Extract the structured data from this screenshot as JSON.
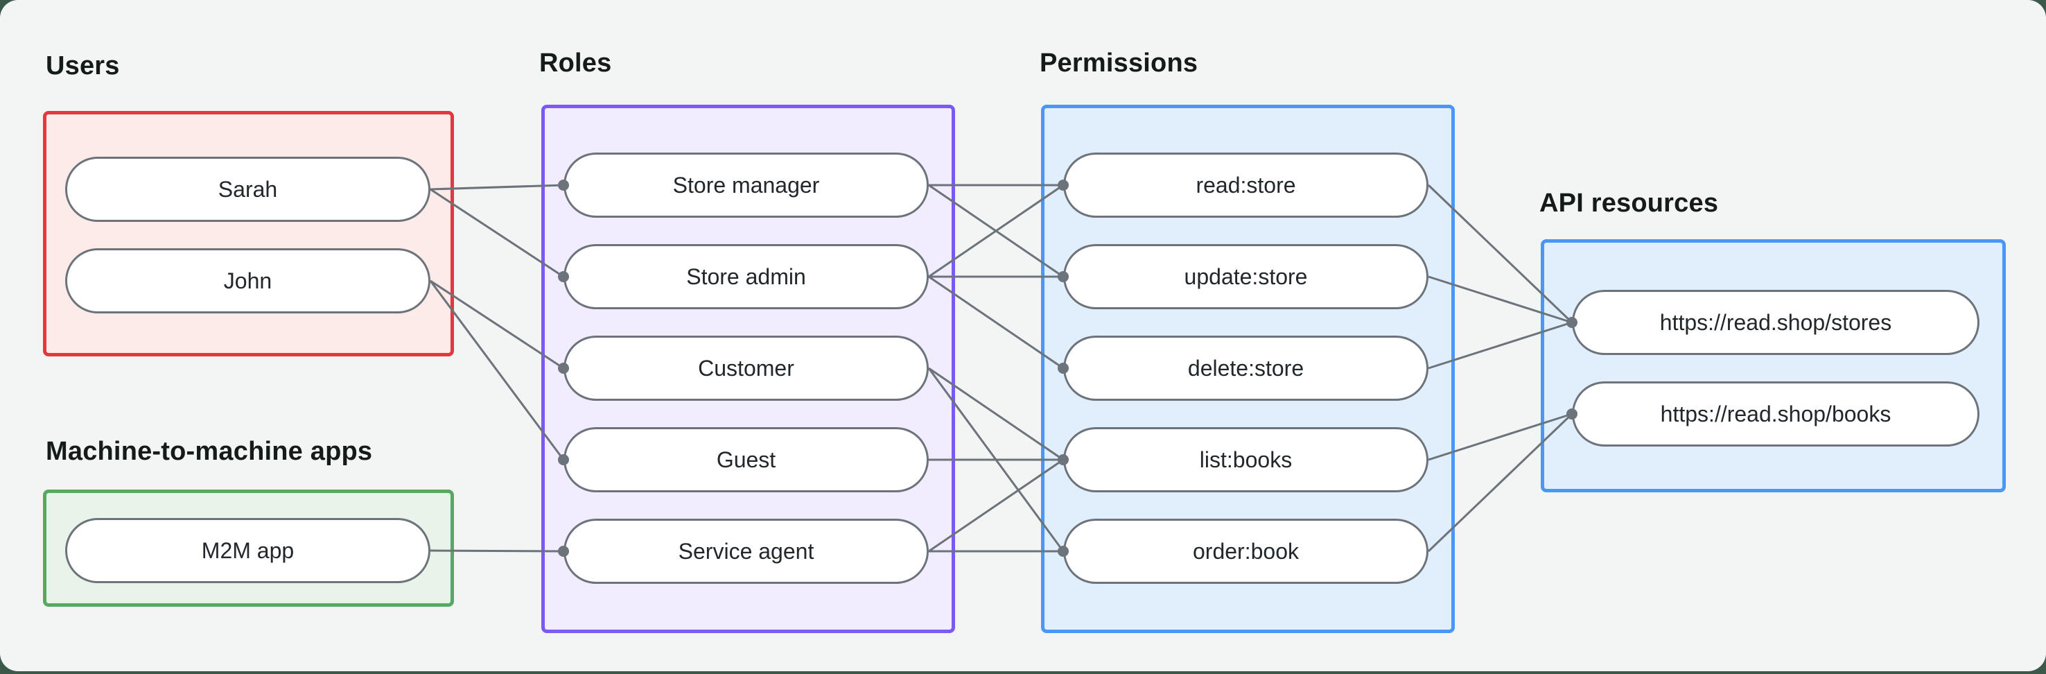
{
  "canvas": {
    "panel_background": "#f3f5f4",
    "outer_background": "#3c5848"
  },
  "edge_style": {
    "color": "#6d737a",
    "dot_color": "#6d737a"
  },
  "groups": [
    {
      "id": "users",
      "label": "Users",
      "border_color": "#e0393f",
      "fill_color": "#fcebe9"
    },
    {
      "id": "m2m",
      "label": "Machine-to-machine apps",
      "border_color": "#57a862",
      "fill_color": "#e8f4e9"
    },
    {
      "id": "roles",
      "label": "Roles",
      "border_color": "#7a59f7",
      "fill_color": "#f1ecfe"
    },
    {
      "id": "permissions",
      "label": "Permissions",
      "border_color": "#4b97f8",
      "fill_color": "#e1eefc"
    },
    {
      "id": "api",
      "label": "API resources",
      "border_color": "#4b97f8",
      "fill_color": "#e1eefc"
    }
  ],
  "nodes": [
    {
      "id": "sarah",
      "group": "users",
      "label": "Sarah"
    },
    {
      "id": "john",
      "group": "users",
      "label": "John"
    },
    {
      "id": "m2m_app",
      "group": "m2m",
      "label": "M2M app"
    },
    {
      "id": "store_manager",
      "group": "roles",
      "label": "Store manager"
    },
    {
      "id": "store_admin",
      "group": "roles",
      "label": "Store admin"
    },
    {
      "id": "customer",
      "group": "roles",
      "label": "Customer"
    },
    {
      "id": "guest",
      "group": "roles",
      "label": "Guest"
    },
    {
      "id": "service_agent",
      "group": "roles",
      "label": "Service agent"
    },
    {
      "id": "read_store",
      "group": "permissions",
      "label": "read:store"
    },
    {
      "id": "update_store",
      "group": "permissions",
      "label": "update:store"
    },
    {
      "id": "delete_store",
      "group": "permissions",
      "label": "delete:store"
    },
    {
      "id": "list_books",
      "group": "permissions",
      "label": "list:books"
    },
    {
      "id": "order_book",
      "group": "permissions",
      "label": "order:book"
    },
    {
      "id": "stores_api",
      "group": "api",
      "label": "https://read.shop/stores"
    },
    {
      "id": "books_api",
      "group": "api",
      "label": "https://read.shop/books"
    }
  ],
  "edges": [
    [
      "sarah",
      "store_manager"
    ],
    [
      "sarah",
      "store_admin"
    ],
    [
      "john",
      "customer"
    ],
    [
      "john",
      "guest"
    ],
    [
      "m2m_app",
      "service_agent"
    ],
    [
      "store_manager",
      "read_store"
    ],
    [
      "store_manager",
      "update_store"
    ],
    [
      "store_admin",
      "read_store"
    ],
    [
      "store_admin",
      "update_store"
    ],
    [
      "store_admin",
      "delete_store"
    ],
    [
      "customer",
      "list_books"
    ],
    [
      "customer",
      "order_book"
    ],
    [
      "guest",
      "list_books"
    ],
    [
      "service_agent",
      "list_books"
    ],
    [
      "service_agent",
      "order_book"
    ],
    [
      "read_store",
      "stores_api"
    ],
    [
      "update_store",
      "stores_api"
    ],
    [
      "delete_store",
      "stores_api"
    ],
    [
      "list_books",
      "books_api"
    ],
    [
      "order_book",
      "books_api"
    ]
  ]
}
